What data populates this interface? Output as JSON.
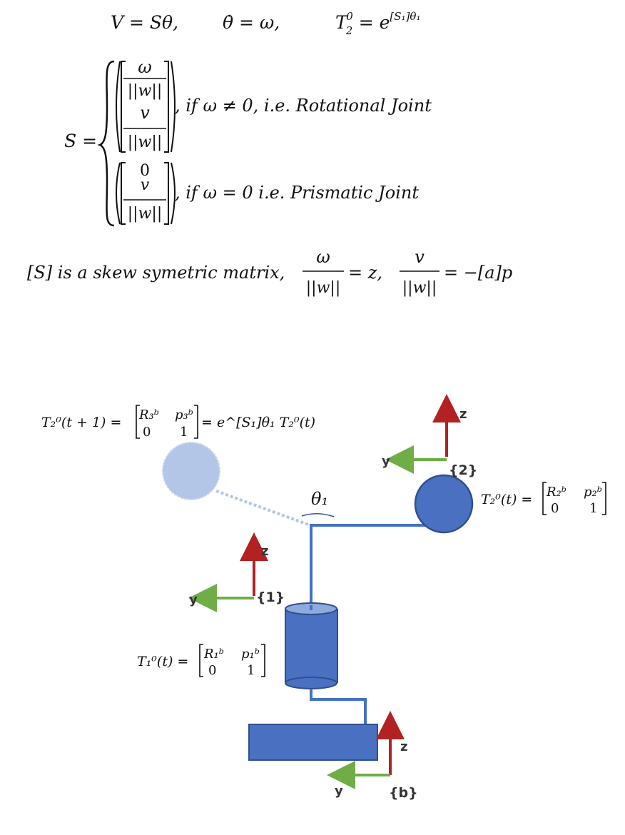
{
  "equations": {
    "line1": {
      "a": "V = Sθ,",
      "b": "θ̇ =  ω,",
      "c_base": "T",
      "c_sub": "2",
      "c_sup": "0",
      "c_rest": " = e",
      "c_exp": "[S₁]θ₁"
    },
    "S_def": {
      "lhs": "S =",
      "case1_top": "ω",
      "case1_den": "||w||",
      "case1_mid": "v",
      "case1_den2": "||w||",
      "case1_cond": ",   if ω  ≠ 0,  i.e. Rotational Joint",
      "case2_top": "0",
      "case2_mid": "v",
      "case2_den": "||w||",
      "case2_cond": ",   if ω = 0     i.e. Prismatic Joint"
    },
    "line3": {
      "text": "[S] is a skew symetric matrix,",
      "f1_num": "ω",
      "f1_den": "||w||",
      "f1_rhs": "= z,",
      "f2_num": "v",
      "f2_den": "||w||",
      "f2_rhs": "= −[a]p"
    }
  },
  "diagram": {
    "t3": {
      "lhs": "T₂⁰(t + 1) =",
      "m11": "R₃ᵇ",
      "m12": "p₃ᵇ",
      "m21": "0",
      "m22": "1",
      "rhs": "=  e^[S₁]θ₁ T₂⁰(t)"
    },
    "t2": {
      "lhs": "T₂⁰(t) =",
      "m11": "R₂ᵇ",
      "m12": "p₂ᵇ",
      "m21": "0",
      "m22": "1"
    },
    "t1": {
      "lhs": "T₁⁰(t) =",
      "m11": "R₁ᵇ",
      "m12": "p₁ᵇ",
      "m21": "0",
      "m22": "1"
    },
    "theta": "θ₁",
    "frames": {
      "f2": {
        "label": "{2}",
        "z": "z",
        "y": "y"
      },
      "f1": {
        "label": "{1}",
        "z": "z",
        "y": "y"
      },
      "fb": {
        "label": "{b}",
        "z": "z",
        "y": "y"
      }
    }
  },
  "colors": {
    "link": "#4472c4",
    "body": "#4a70c1",
    "ghost": "#b4c6e7",
    "z_axis": "#b22222",
    "y_axis": "#70ad47"
  }
}
